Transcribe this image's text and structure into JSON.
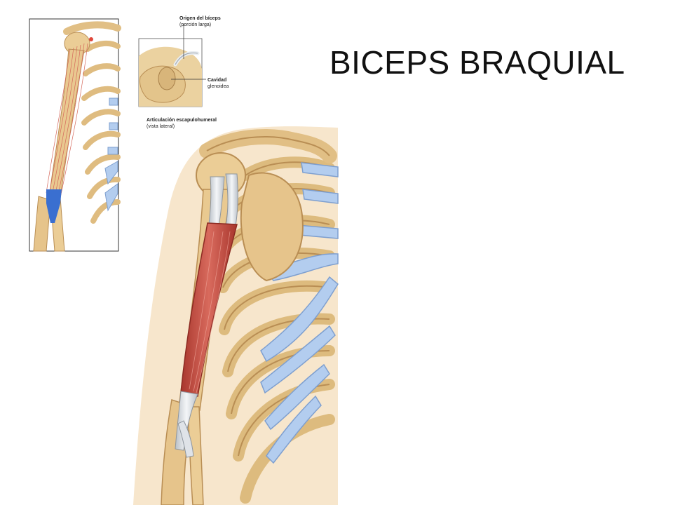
{
  "slide": {
    "title": "BICEPS BRAQUIAL"
  },
  "annotations": {
    "origin": {
      "line1": "Origen del bíceps",
      "line2": "(porción larga)"
    },
    "glenoid": {
      "line1": "Cavidad",
      "line2": "glenoidea"
    },
    "joint": {
      "line1": "Articulación escapulohumeral",
      "line2": "(vista lateral)"
    }
  },
  "colors": {
    "bone": "#e8c98e",
    "bone_dark": "#c9a063",
    "cartilage": "#a9c4ea",
    "muscle": "#c9574a",
    "tendon": "#d9dde2",
    "skin": "#f6e2c4",
    "blue_insertion": "#3a6fd0"
  }
}
